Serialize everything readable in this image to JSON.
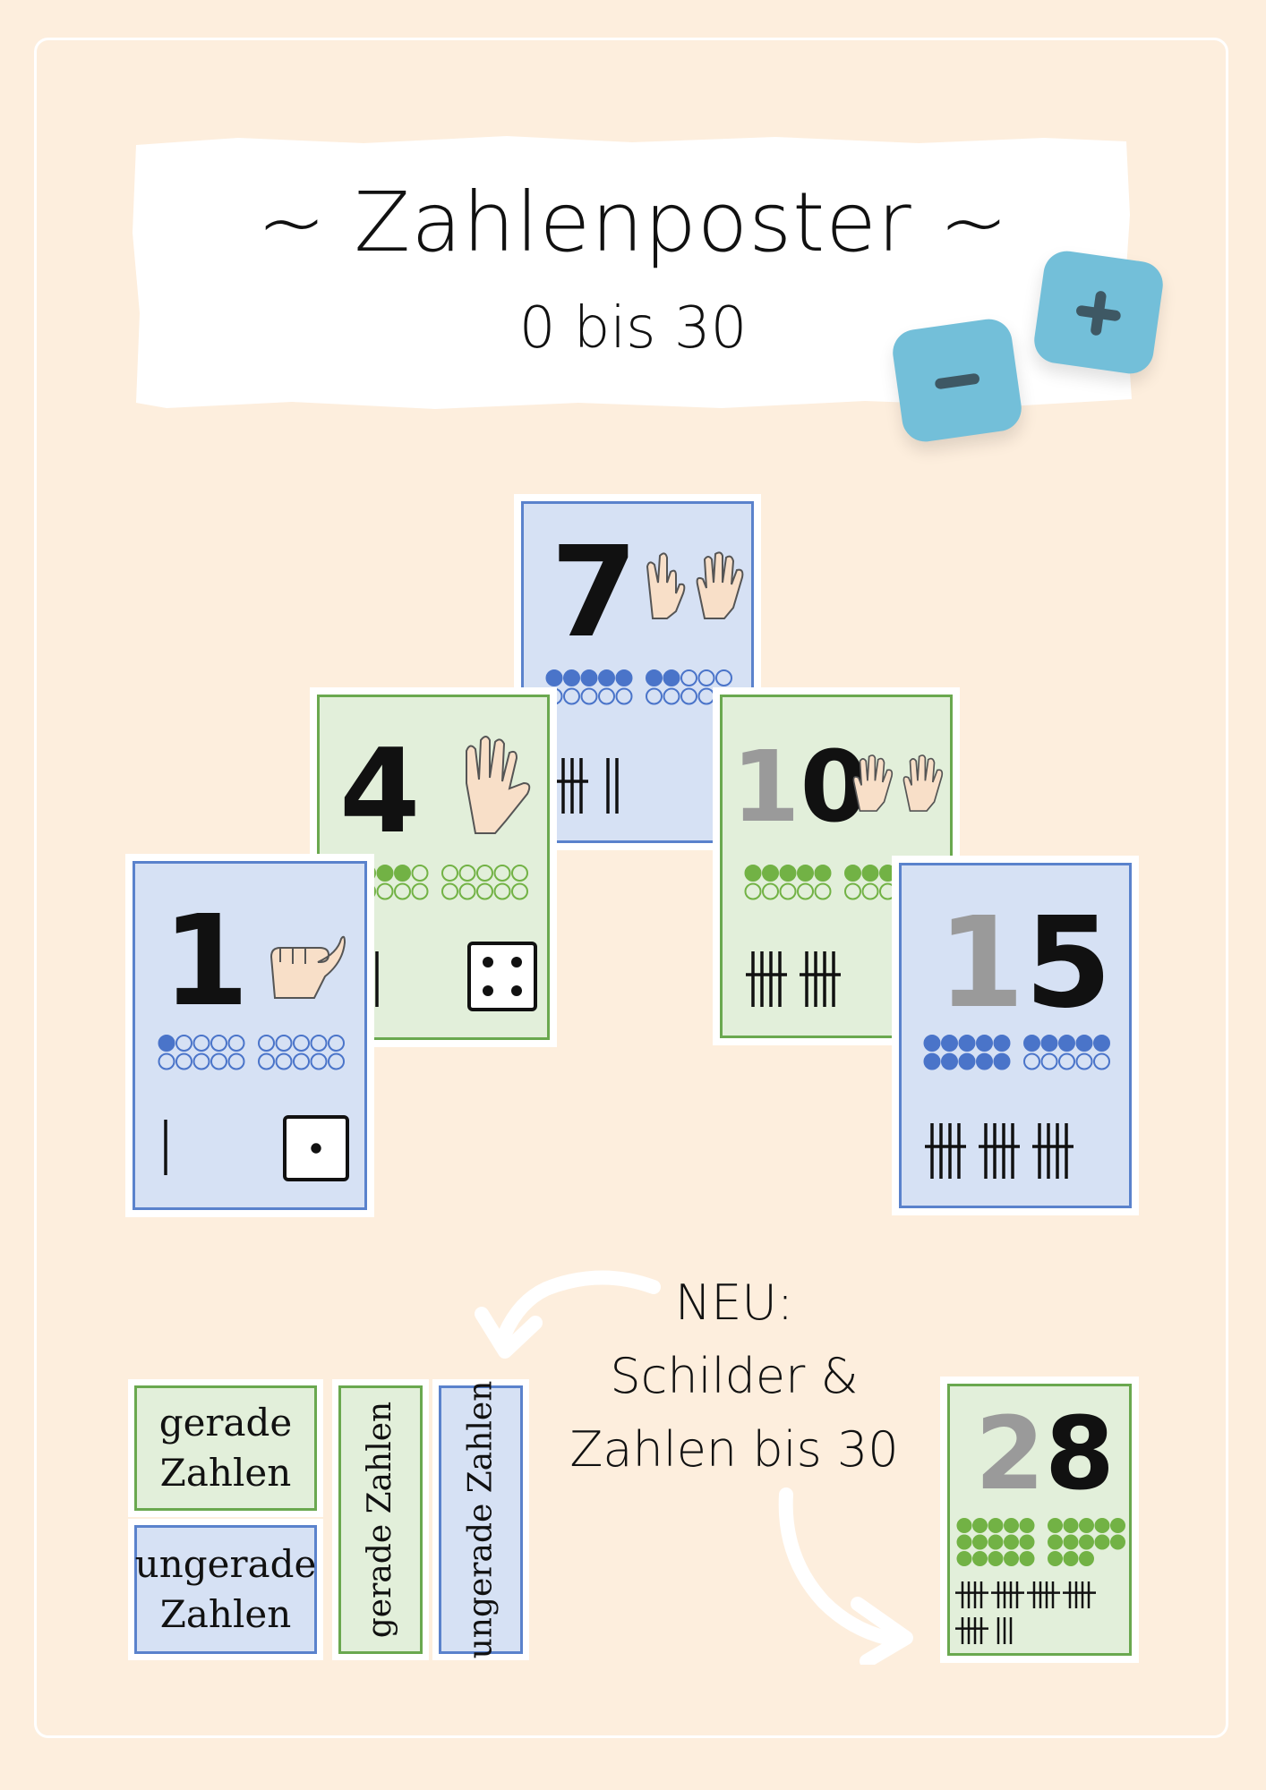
{
  "header": {
    "title": "~ Zahlenposter ~",
    "subtitle": "0 bis 30",
    "minus_symbol": "−",
    "plus_symbol": "+"
  },
  "cards": [
    {
      "id": "card-7",
      "digits_light": "",
      "digits_dark": "7",
      "filled_dots": 7,
      "tally": 7,
      "dice": null,
      "color": "blue"
    },
    {
      "id": "card-4",
      "digits_light": "",
      "digits_dark": "4",
      "filled_dots": 4,
      "tally": 4,
      "dice": 4,
      "color": "green"
    },
    {
      "id": "card-10",
      "digits_light": "1",
      "digits_dark": "0",
      "filled_dots": 10,
      "tally": 10,
      "dice": null,
      "color": "green"
    },
    {
      "id": "card-1",
      "digits_light": "",
      "digits_dark": "1",
      "filled_dots": 1,
      "tally": 1,
      "dice": 1,
      "color": "blue"
    },
    {
      "id": "card-15",
      "digits_light": "1",
      "digits_dark": "5",
      "filled_dots": 15,
      "tally": 15,
      "dice": null,
      "color": "blue"
    },
    {
      "id": "card-28",
      "digits_light": "2",
      "digits_dark": "8",
      "filled_dots": 28,
      "tally": 28,
      "dice": null,
      "color": "green"
    }
  ],
  "announcement": {
    "line1": "NEU:",
    "line2": "Schilder &",
    "line3": "Zahlen bis 30"
  },
  "signs": {
    "even_line1": "gerade",
    "even_line2": "Zahlen",
    "odd_line1": "ungerade",
    "odd_line2": "Zahlen",
    "even_vertical": "gerade Zahlen",
    "odd_vertical": "ungerade Zahlen"
  },
  "colors": {
    "background": "#fdeedd",
    "blue_card": "#d6e1f4",
    "blue_border": "#5a82cc",
    "green_card": "#e2efda",
    "green_border": "#6aa84f",
    "blue_dot": "#4a74c9",
    "green_dot": "#72b245",
    "operator_tile": "#73bfd9"
  }
}
